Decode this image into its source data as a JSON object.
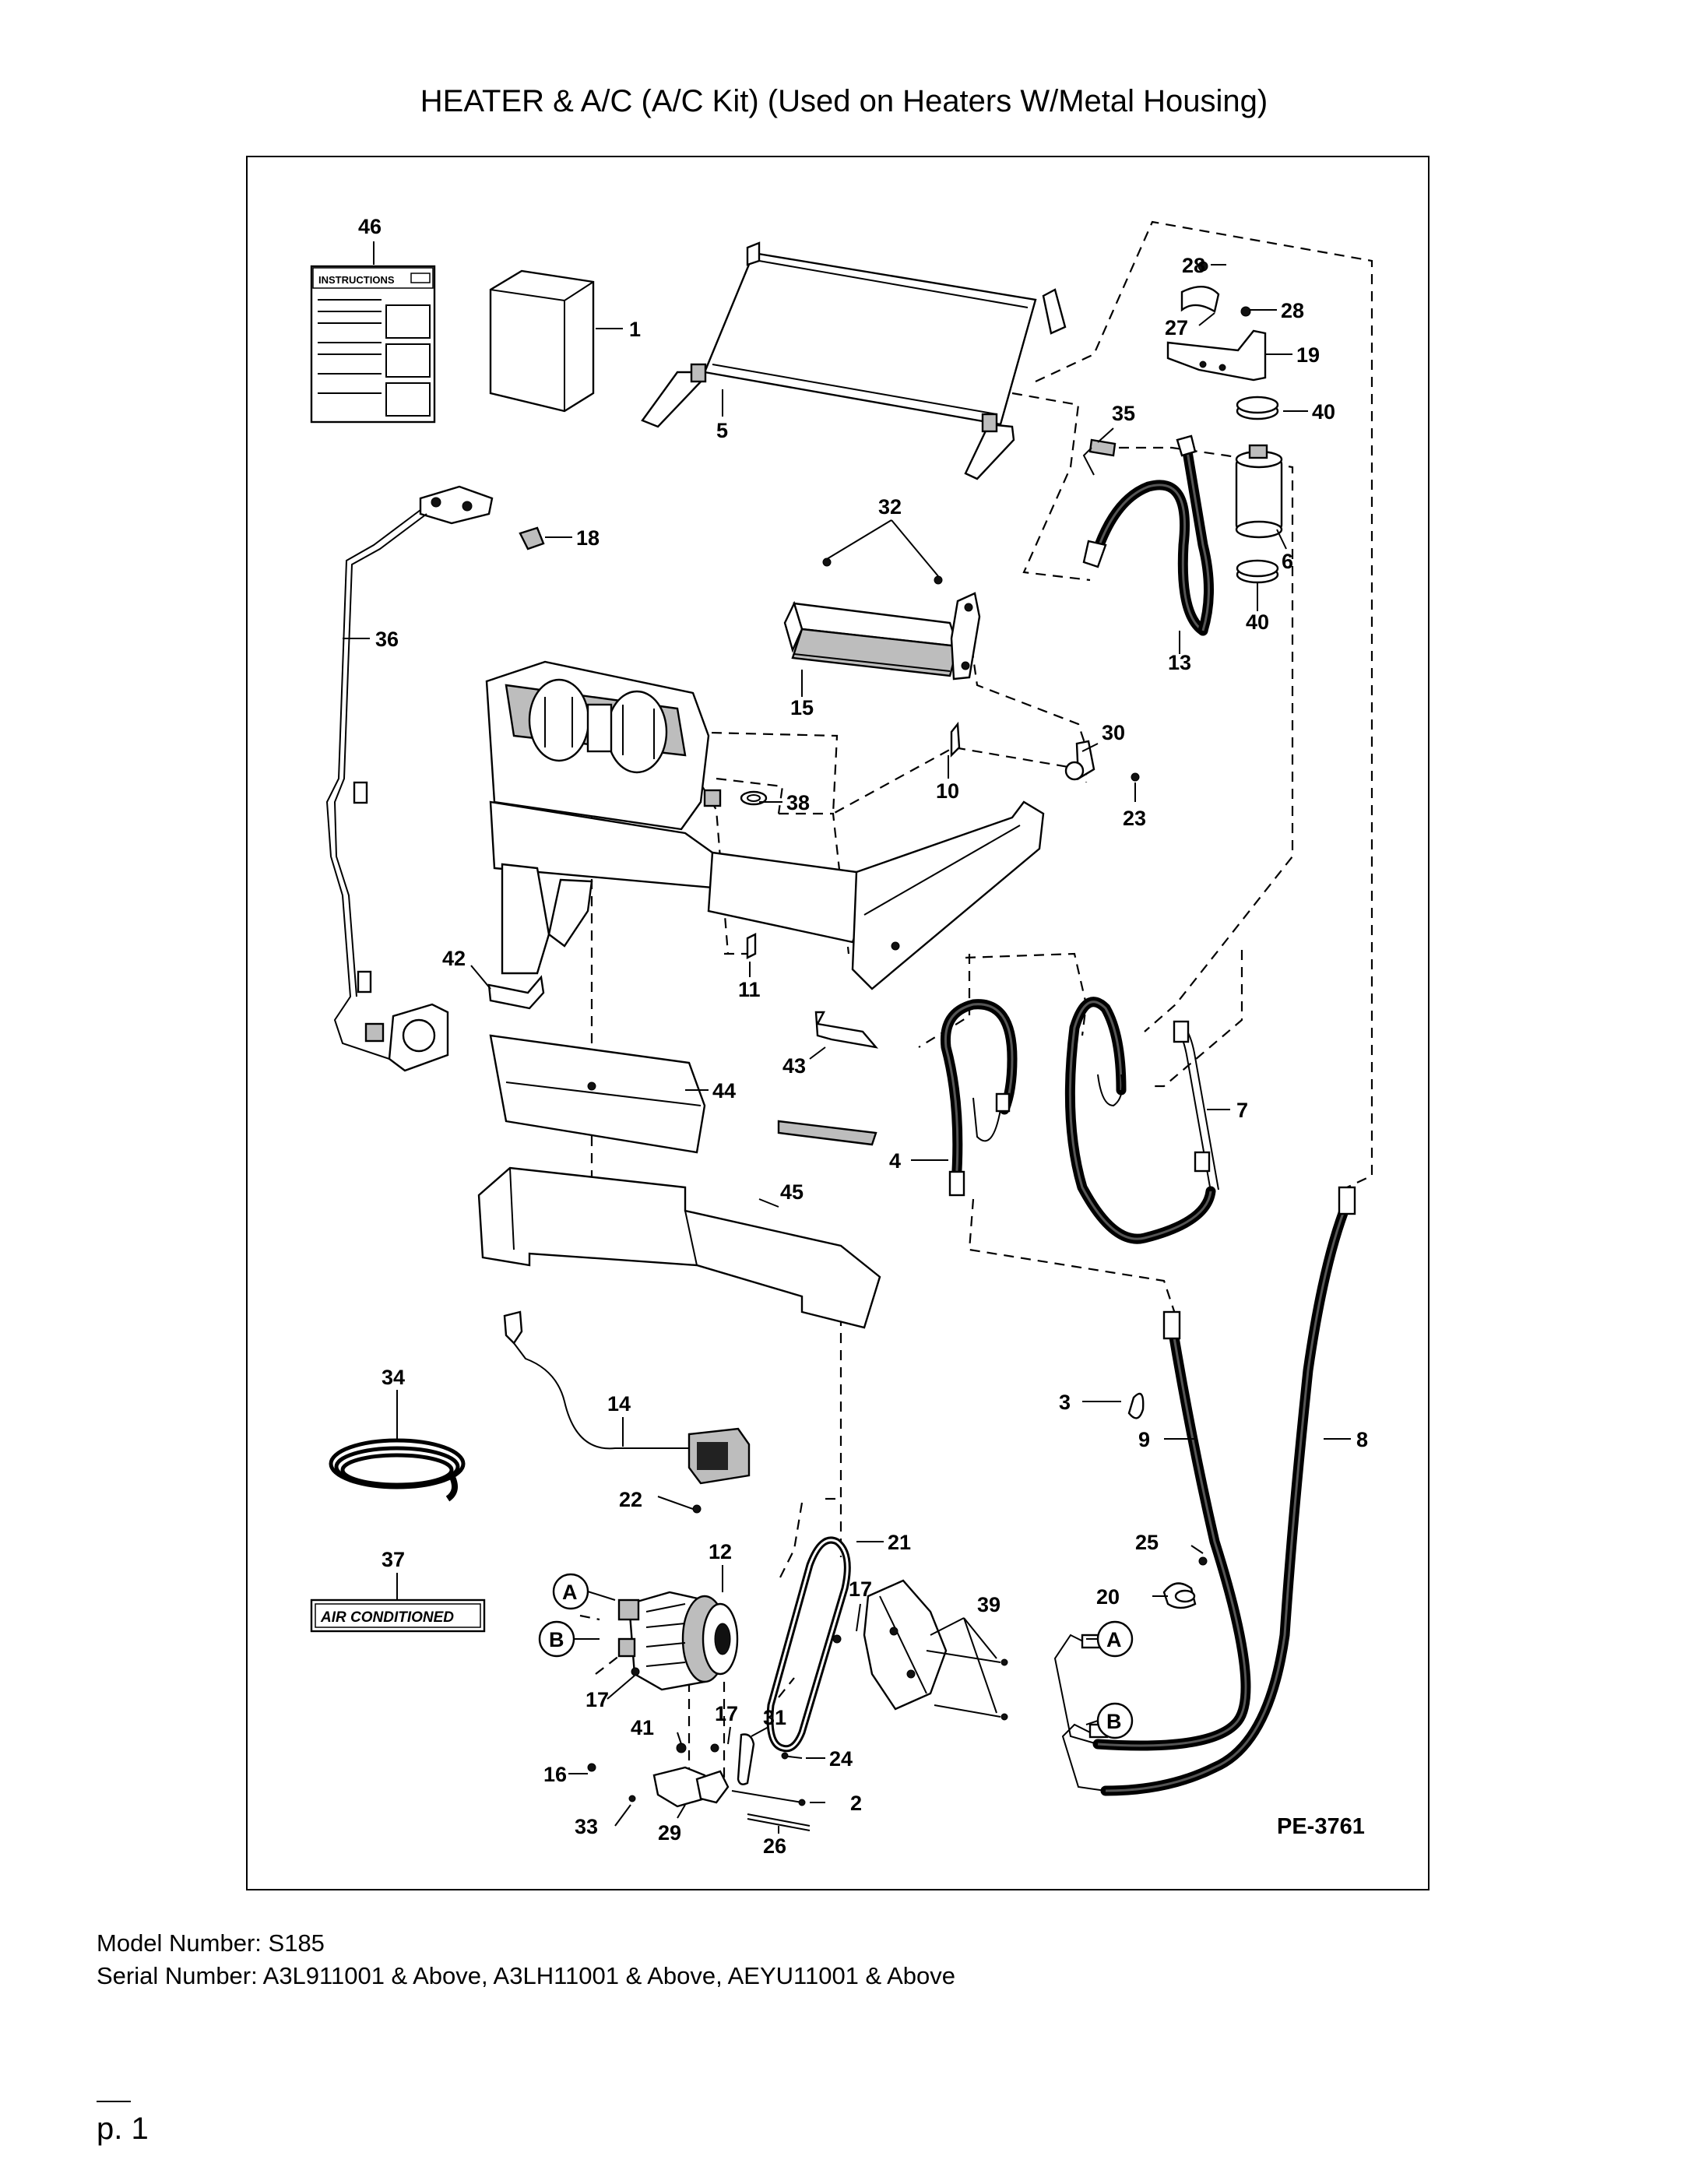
{
  "page": {
    "title": "HEATER & A/C (A/C Kit) (Used on Heaters W/Metal Housing)",
    "model_number": "Model Number: S185",
    "serial_number": "Serial Number: A3L911001 & Above, A3LH11001 & Above, AEYU11001 & Above",
    "page_number": "p. 1"
  },
  "diagram": {
    "drawing_code": "PE-3761",
    "instructions_label": "INSTRUCTIONS",
    "decal_text": "AIR CONDITIONED",
    "callouts": [
      "46",
      "1",
      "5",
      "28",
      "27",
      "28",
      "19",
      "35",
      "40",
      "6",
      "40",
      "18",
      "32",
      "36",
      "15",
      "13",
      "30",
      "10",
      "23",
      "38",
      "42",
      "11",
      "43",
      "44",
      "4",
      "7",
      "45",
      "34",
      "14",
      "22",
      "3",
      "9",
      "8",
      "37",
      "12",
      "21",
      "17",
      "39",
      "25",
      "20",
      "A",
      "B",
      "A",
      "B",
      "17",
      "17",
      "41",
      "31",
      "24",
      "16",
      "2",
      "33",
      "29",
      "26"
    ]
  }
}
